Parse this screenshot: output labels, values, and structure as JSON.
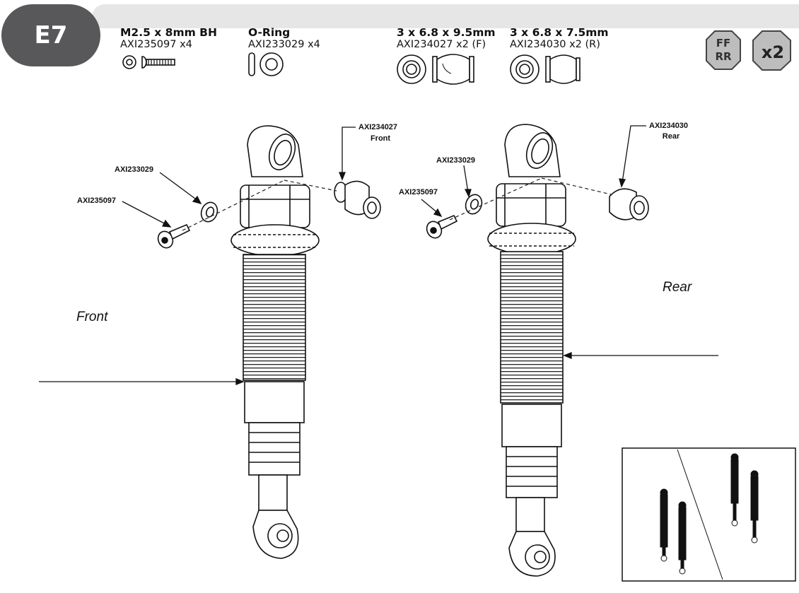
{
  "step": {
    "label": "E7"
  },
  "parts": [
    {
      "name": "M2.5 x 8mm BH",
      "number": "AXI235097 x4"
    },
    {
      "name": "O-Ring",
      "number": "AXI233029 x4"
    },
    {
      "name": "3 x 6.8 x 9.5mm",
      "number": "AXI234027 x2 (F)"
    },
    {
      "name": "3 x 6.8 x 7.5mm",
      "number": "AXI234030 x2 (R)"
    }
  ],
  "badges": {
    "fr_top": "FF",
    "fr_bottom": "RR",
    "quantity": "x2"
  },
  "callouts": {
    "front_ball": "AXI234027",
    "front_ball_sub": "Front",
    "front_oring": "AXI233029",
    "front_screw": "AXI235097",
    "rear_ball": "AXI234030",
    "rear_ball_sub": "Rear",
    "rear_oring": "AXI233029",
    "rear_screw": "AXI235097"
  },
  "sides": {
    "front": "Front",
    "rear": "Rear"
  }
}
